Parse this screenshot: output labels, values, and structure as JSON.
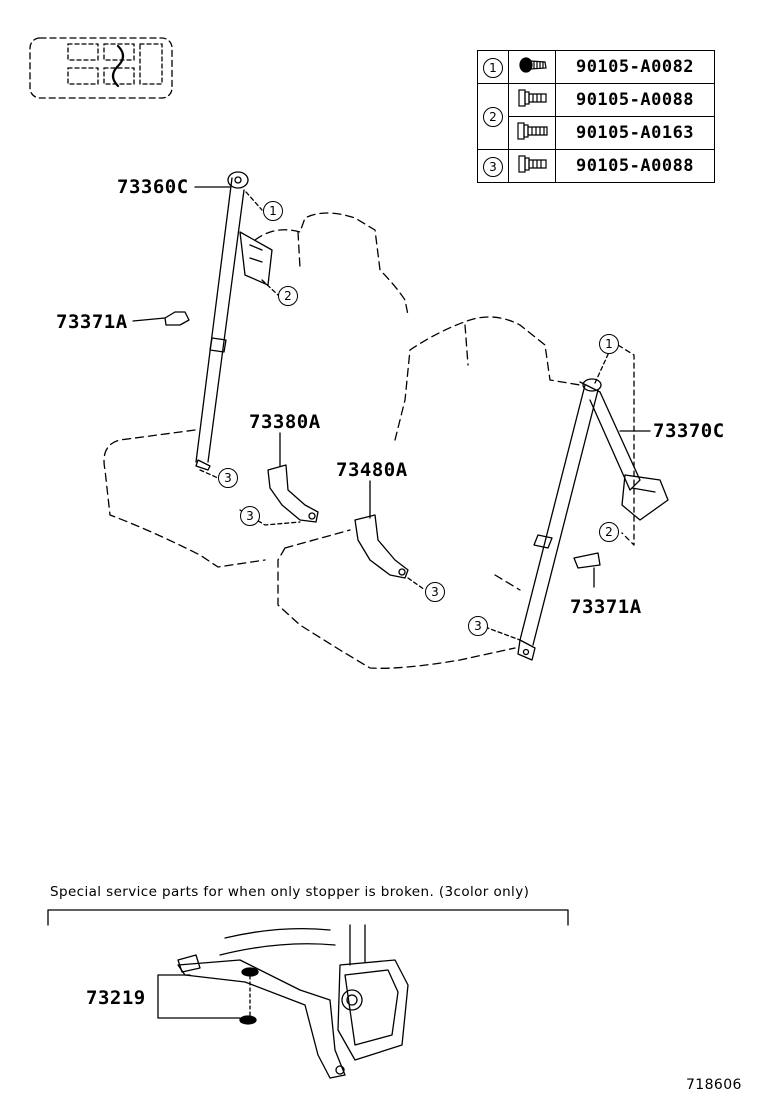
{
  "callouts": {
    "part_73360c": "73360C",
    "part_73371a_left": "73371A",
    "part_73380a": "73380A",
    "part_73480a": "73480A",
    "part_73370c": "73370C",
    "part_73371a_right": "73371A",
    "part_73219": "73219"
  },
  "markers": {
    "m1": "1",
    "m2": "2",
    "m3": "3"
  },
  "bolt_table": {
    "rows": [
      {
        "ref": "1",
        "part": "90105-A0082"
      },
      {
        "ref": "2",
        "part": "90105-A0088"
      },
      {
        "ref": "",
        "part": "90105-A0163"
      },
      {
        "ref": "3",
        "part": "90105-A0088"
      }
    ]
  },
  "service_note": "Special service parts for when only stopper is broken. (3color only)",
  "diagram_id": "718606"
}
